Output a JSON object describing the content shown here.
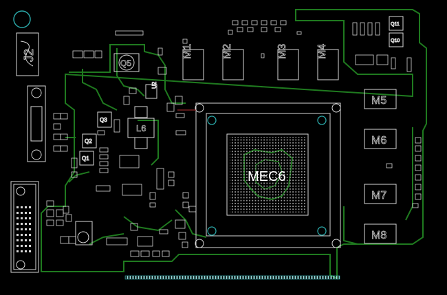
{
  "board": {
    "main_chip": "MEC6",
    "memory_h": [
      "M1",
      "M2",
      "M3",
      "M4"
    ],
    "memory_v": [
      "M5",
      "M6",
      "M7",
      "M8"
    ],
    "transistors": [
      "Q1",
      "Q2",
      "Q3",
      "Q5",
      "Q10",
      "Q11"
    ],
    "inductors": [
      "L6"
    ],
    "ics": [
      "U2"
    ],
    "connectors": [
      "J2"
    ],
    "colors": {
      "background": "#000000",
      "silkscreen": "#d8d8d8",
      "trace": "#1f7a1f",
      "fiducial": "#2aa6a6"
    }
  }
}
